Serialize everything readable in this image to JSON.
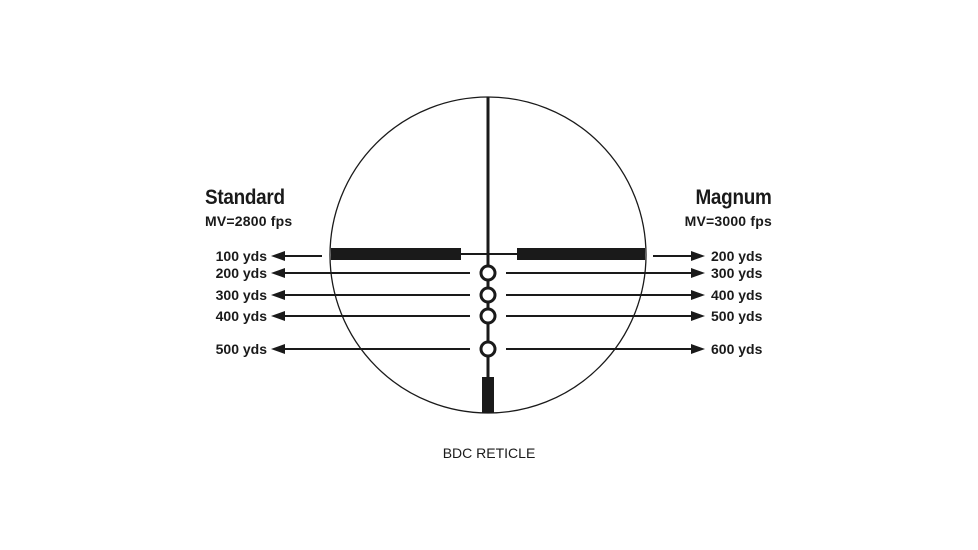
{
  "left": {
    "title": "Standard",
    "velocity": "MV=2800 fps",
    "ranges": [
      "100 yds",
      "200 yds",
      "300 yds",
      "400 yds",
      "500 yds"
    ]
  },
  "right": {
    "title": "Magnum",
    "velocity": "MV=3000 fps",
    "ranges": [
      "200 yds",
      "300 yds",
      "400 yds",
      "500 yds",
      "600 yds"
    ]
  },
  "caption": "BDC RETICLE",
  "colors": {
    "ink": "#1a1a1a",
    "background": "#ffffff"
  }
}
